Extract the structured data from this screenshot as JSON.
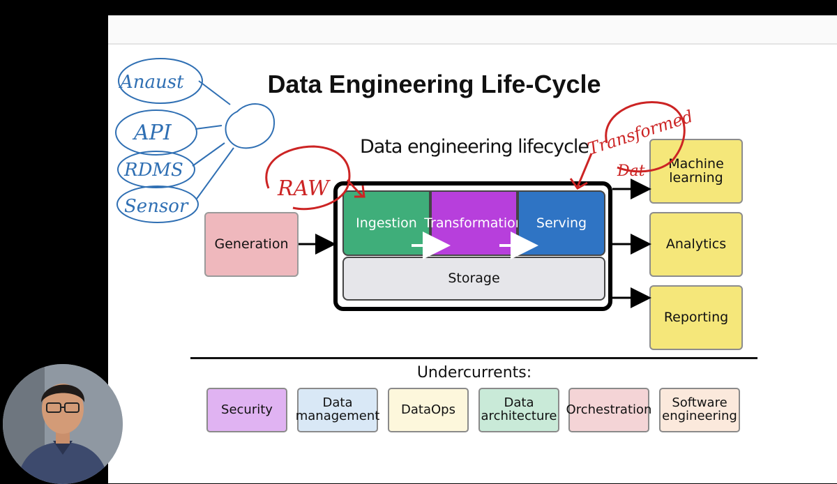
{
  "slide": {
    "title": "Data Engineering Life-Cycle",
    "subtitle": "Data engineering lifecycle",
    "source": "Generation",
    "stages": [
      "Ingestion",
      "Transformation",
      "Serving"
    ],
    "storage": "Storage",
    "outputs": [
      {
        "label": "Machine learning"
      },
      {
        "label": "Analytics"
      },
      {
        "label": "Reporting"
      }
    ],
    "undercurrents_title": "Undercurrents:",
    "undercurrents": [
      {
        "label": "Security",
        "color": "#e0b3f2"
      },
      {
        "label": "Data management",
        "color": "#d9e8f6"
      },
      {
        "label": "DataOps",
        "color": "#fdf7dc"
      },
      {
        "label": "Data architecture",
        "color": "#c9ead8"
      },
      {
        "label": "Orchestration",
        "color": "#f4d4d6"
      },
      {
        "label": "Software engineering",
        "color": "#fbe9dc"
      }
    ]
  },
  "annotations": {
    "color_blue": "#2f6fb3",
    "color_red": "#cc2424",
    "sources": [
      "Anaust",
      "API",
      "RDMS",
      "Sensor"
    ],
    "raw_note": "RAW",
    "transformed_note": "Transformed",
    "transformed_note2": "Dat"
  },
  "colors": {
    "ingestion": "#3fae7a",
    "transformation": "#b73fdc",
    "serving": "#2f74c4",
    "generation": "#efb8bd",
    "outputs": "#f5e77a",
    "storage": "#e6e6ea"
  },
  "icons": [
    "arrow-right-icon",
    "presenter-webcam"
  ]
}
